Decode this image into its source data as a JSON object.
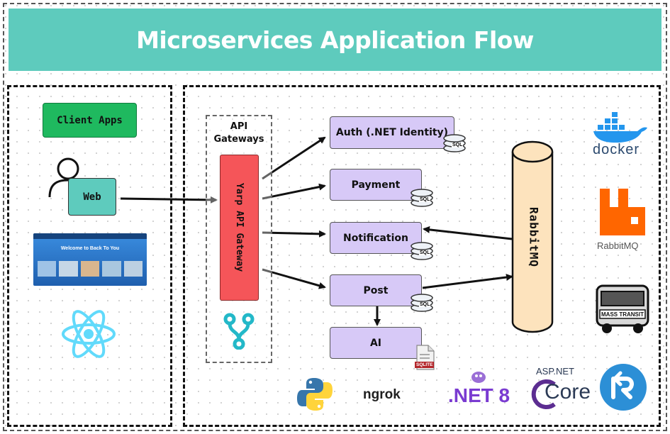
{
  "title": "Microservices Application Flow",
  "client_apps_label": "Client Apps",
  "web_label": "Web",
  "screenshot_banner": "Welcome to Back To You",
  "gateway_section_label": "API Gateways",
  "gateway_label": "Yarp API Gateway",
  "services": {
    "auth": "Auth (.NET Identity)",
    "payment": "Payment",
    "notification": "Notification",
    "post": "Post",
    "ai": "AI"
  },
  "db_label": "SQL",
  "sqlite_label": "SQLITE",
  "message_broker": "RabbitMQ",
  "tech_logos": {
    "docker": "docker",
    "rabbitmq": "RabbitMQ",
    "masstransit": "MASS TRANSIT",
    "ngrok": "ngrok",
    "dotnet": ".NET 8",
    "aspnet_top": "ASP.NET",
    "aspnet_core": "Core"
  },
  "colors": {
    "title_bg": "#5ecbbd",
    "client_apps_bg": "#1fb95f",
    "gateway_bg": "#f55559",
    "service_bg": "#d7c9f7",
    "broker_bg": "#fde3bd"
  }
}
